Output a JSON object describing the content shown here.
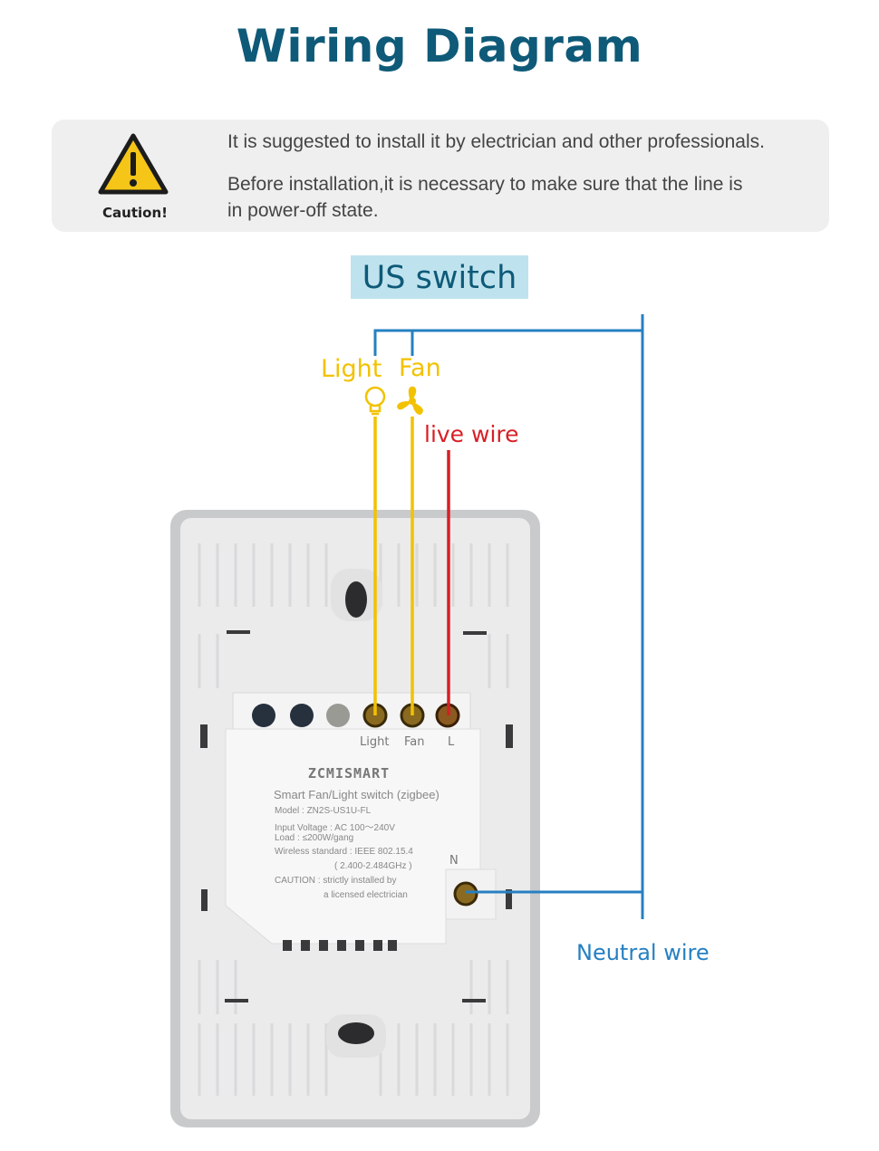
{
  "title": "Wiring Diagram",
  "caution": {
    "label": "Caution!",
    "line1": "It is suggested to install it by electrician and other professionals.",
    "line2": "Before installation,it is necessary to make sure that the line is in power-off state.",
    "icon": "warning-triangle-icon"
  },
  "badge": "US switch",
  "wires": {
    "light": "Light",
    "fan": "Fan",
    "live": "live wire",
    "neutral": "Neutral wire"
  },
  "colors": {
    "title": "#0e5a78",
    "light_fan_wire": "#f2c200",
    "live_wire": "#d71f26",
    "neutral_wire": "#2680c2",
    "badge_bg": "#bfe3ee"
  },
  "device": {
    "terminals": {
      "light": "Light",
      "fan": "Fan",
      "live": "L",
      "neutral": "N"
    },
    "brand": "ZCMISMART",
    "product": "Smart Fan/Light switch (zigbee)",
    "spec_lines": [
      "Model : ZN2S-US1U-FL",
      "Input Voltage : AC 100～240V",
      "Load : ≤200W/gang",
      "Wireless standard : IEEE 802.15.4",
      "( 2.400-2.484GHz )",
      "CAUTION : strictly installed by",
      "a licensed electrician"
    ]
  }
}
